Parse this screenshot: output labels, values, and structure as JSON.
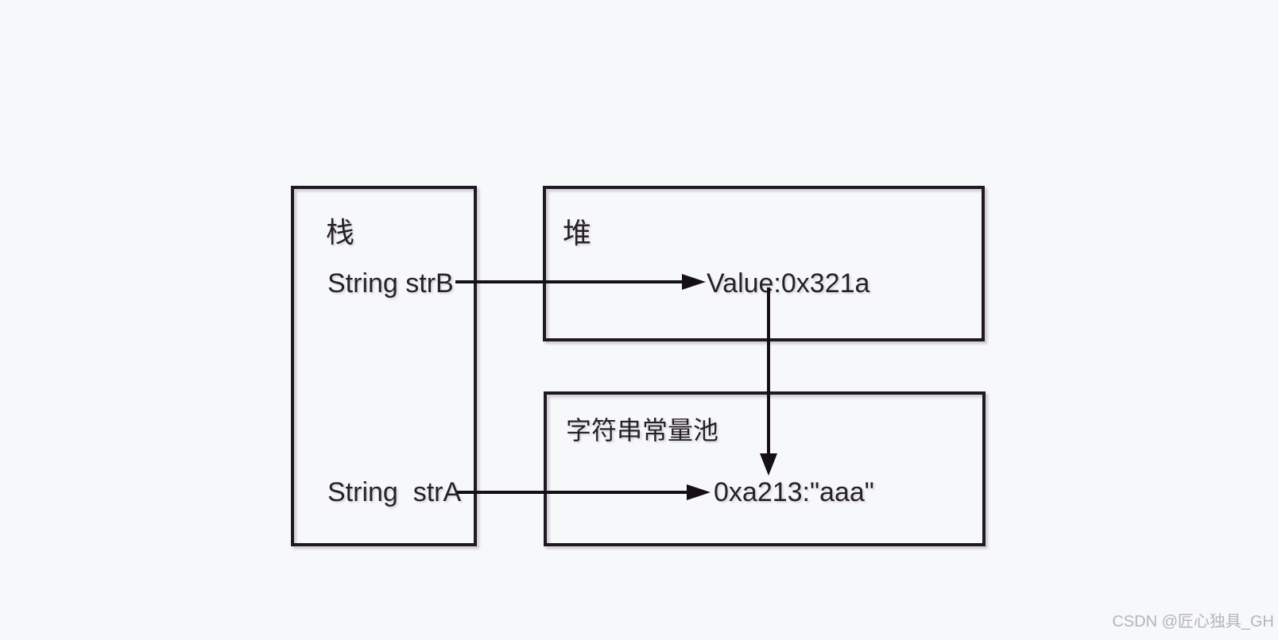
{
  "colors": {
    "background": "#f7f8fa",
    "line": "#1f1722",
    "text": "#262127",
    "watermark": "#b5b5ba"
  },
  "diagram": {
    "stack": {
      "title": "栈",
      "variables": {
        "strB": "String strB",
        "strA": "String  strA"
      }
    },
    "heap": {
      "title": "堆",
      "object_value": "Value:0x321a"
    },
    "string_pool": {
      "title": "字符串常量池",
      "literal": "0xa213:\"aaa\""
    },
    "arrows": [
      {
        "from": "String strB",
        "to": "Value:0x321a",
        "direction": "right"
      },
      {
        "from": "Value:0x321a",
        "to": "0xa213:\"aaa\"",
        "direction": "down"
      },
      {
        "from": "String strA",
        "to": "0xa213:\"aaa\"",
        "direction": "right"
      }
    ]
  },
  "watermark": {
    "text": "CSDN @匠心独具_GH"
  }
}
